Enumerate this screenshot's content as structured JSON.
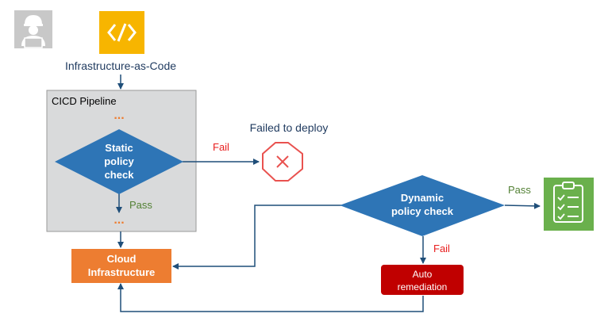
{
  "nodes": {
    "iac_label": "Infrastructure-as-Code",
    "pipeline_label": "CICD Pipeline",
    "static_check": [
      "Static",
      "policy",
      "check"
    ],
    "cloud": [
      "Cloud",
      "Infrastructure"
    ],
    "dynamic_check": [
      "Dynamic",
      "policy check"
    ],
    "auto_remediation": [
      "Auto",
      "remediation"
    ],
    "failed_deploy": "Failed to deploy",
    "ellipsis": "..."
  },
  "edges": {
    "static_fail": "Fail",
    "static_pass": "Pass",
    "dynamic_pass": "Pass",
    "dynamic_fail": "Fail"
  },
  "icons": {
    "user": "engineer-with-laptop-icon",
    "code": "code-brackets-icon",
    "stop": "stop-x-icon",
    "checklist": "clipboard-checklist-icon"
  },
  "colors": {
    "pipeline_bg": "#d9dadb",
    "diamond": "#2e75b6",
    "cloud": "#ed7d31",
    "code_icon": "#f7b500",
    "remediation": "#c00000",
    "fail_text": "#e81e1e",
    "pass_text": "#538135",
    "stop": "#e9524f",
    "checklist": "#6ab04c",
    "connector": "#1f4e79"
  }
}
